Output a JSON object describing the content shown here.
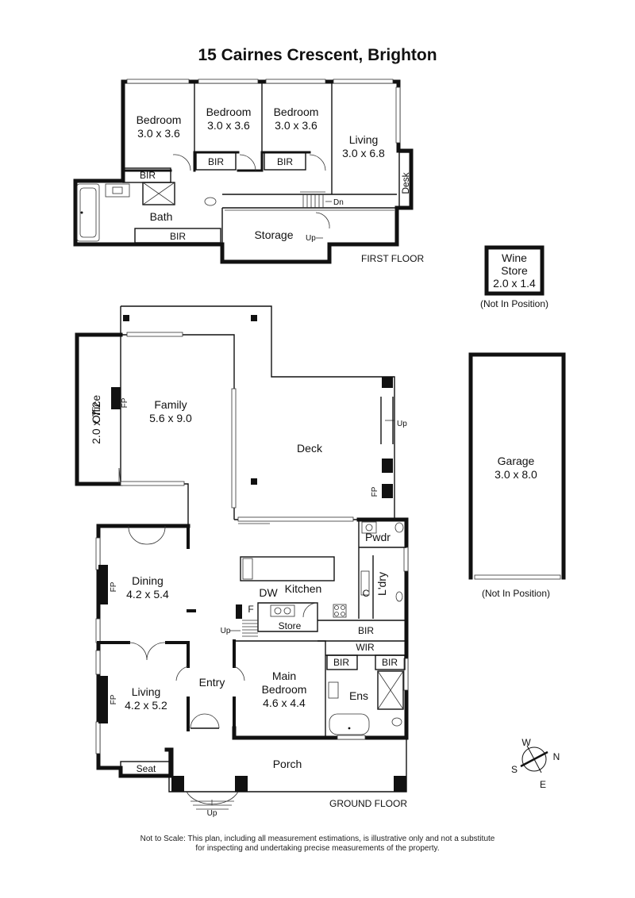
{
  "title": "15 Cairnes Crescent, Brighton",
  "first_floor": {
    "label": "FIRST FLOOR",
    "rooms": [
      {
        "name": "Bedroom",
        "size": "3.0 x 3.6"
      },
      {
        "name": "Bedroom",
        "size": "3.0 x 3.6"
      },
      {
        "name": "Bedroom",
        "size": "3.0 x 3.6"
      },
      {
        "name": "Living",
        "size": "3.0 x 6.8"
      }
    ],
    "bir_labels": [
      "BIR",
      "BIR",
      "BIR",
      "BIR"
    ],
    "bath": "Bath",
    "storage": "Storage",
    "desk": "Desk",
    "dn": "Dn",
    "up": "Up"
  },
  "wine_store": {
    "name": "Wine",
    "name2": "Store",
    "size": "2.0 x 1.4",
    "note": "(Not In Position)"
  },
  "garage": {
    "name": "Garage",
    "size": "3.0 x 8.0",
    "note": "(Not In Position)"
  },
  "ground_floor": {
    "label": "GROUND FLOOR",
    "office": {
      "name": "Office",
      "size": "2.0 x 7.2"
    },
    "family": {
      "name": "Family",
      "size": "5.6 x 9.0"
    },
    "deck": "Deck",
    "dining": {
      "name": "Dining",
      "size": "4.2 x 5.4"
    },
    "living": {
      "name": "Living",
      "size": "4.2 x 5.2"
    },
    "main_bedroom": {
      "name": "Main",
      "name2": "Bedroom",
      "size": "4.6 x 4.4"
    },
    "kitchen": "Kitchen",
    "dw": "DW",
    "f": "F",
    "store": "Store",
    "pwdr": "Pwdr",
    "ldry": "L'dry",
    "c": "C",
    "bir": "BIR",
    "bir_ens_left": "BIR",
    "bir_ens_right": "BIR",
    "wir": "WIR",
    "ens": "Ens",
    "entry": "Entry",
    "porch": "Porch",
    "seat": "Seat",
    "fp": "FP",
    "up": "Up"
  },
  "compass": {
    "n": "N",
    "s": "S",
    "e": "E",
    "w": "W"
  },
  "disclaimer": {
    "line1": "Not to Scale: This plan, including all measurement estimations, is illustrative only and not a substitute",
    "line2": "for inspecting and undertaking precise measurements of the property."
  }
}
